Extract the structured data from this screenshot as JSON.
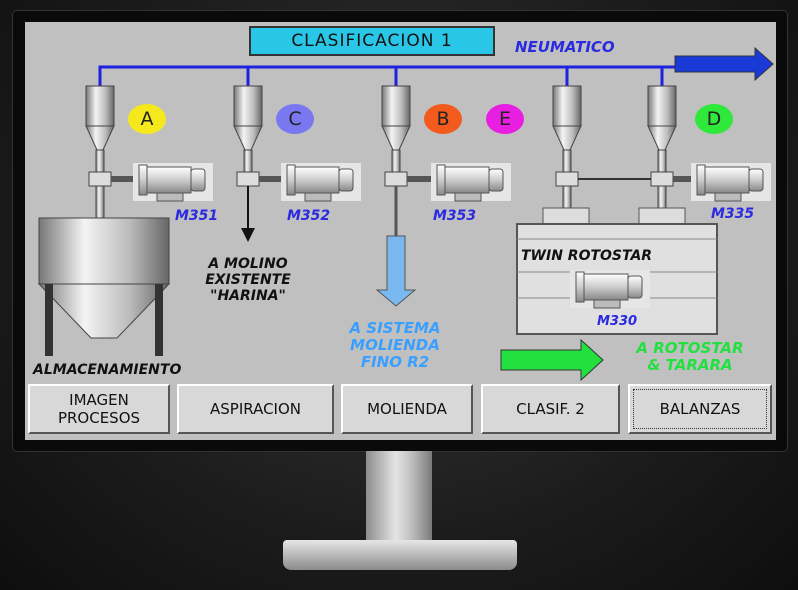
{
  "screen": {
    "title": "CLASIFICACION 1",
    "pneumatic_label": "NEUMATICO",
    "cyclones": [
      {
        "tag": "A",
        "color": "#f5e81c"
      },
      {
        "tag": "C",
        "color": "#7a78f0"
      },
      {
        "tag": "B",
        "color": "#f25a1e"
      },
      {
        "tag": "E",
        "color": "#e81ee0"
      },
      {
        "tag": "D",
        "color": "#2ee83a"
      }
    ],
    "motors": [
      "M351",
      "M352",
      "M353",
      "M335",
      "M330"
    ],
    "equipment": {
      "twin_rotostar": "TWIN ROTOSTAR",
      "storage": "ALMACENAMIENTO"
    },
    "destinations": {
      "molino_line1": "A MOLINO",
      "molino_line2": "EXISTENTE",
      "molino_line3": "\"HARINA\"",
      "sistema_line1": "A SISTEMA",
      "sistema_line2": "MOLIENDA",
      "sistema_line3": "FINO R2",
      "rotostar_line1": "A ROTOSTAR",
      "rotostar_line2": "& TARARA"
    },
    "nav_buttons": [
      {
        "line1": "IMAGEN",
        "line2": "PROCESOS"
      },
      {
        "line1": "ASPIRACION"
      },
      {
        "line1": "MOLIENDA"
      },
      {
        "line1": "CLASIF. 2"
      },
      {
        "line1": "BALANZAS"
      }
    ],
    "colors": {
      "pneumatic_line": "#2020e0",
      "title_bg": "#29c6e8",
      "green_arrow": "#22e040",
      "blue_arrow": "#1a3ad8"
    }
  }
}
